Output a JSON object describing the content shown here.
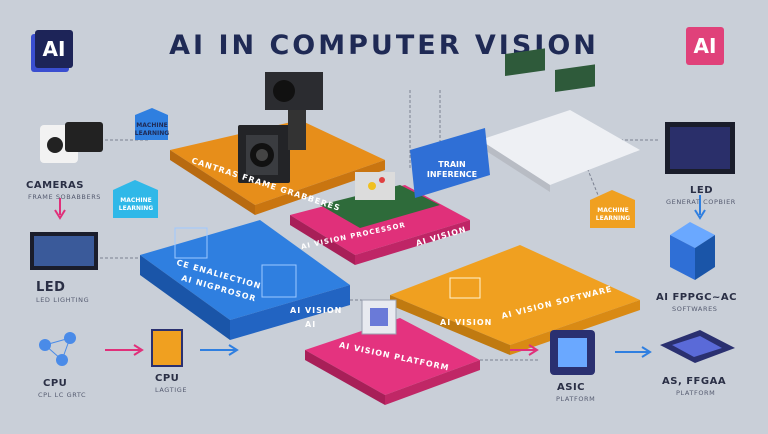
{
  "title": "AI IN COMPUTER VISION",
  "logos": {
    "left": "AI",
    "right": "AI"
  },
  "left_column": {
    "cameras": {
      "label": "CAMERAS",
      "sub": "FRAME SOBABBERS"
    },
    "led": {
      "label": "LED",
      "sub": "LED LIGHTING"
    },
    "cpu_a": {
      "label": "CPU",
      "sub": "CPL LC GRTC"
    },
    "cpu_b": {
      "label": "CPU",
      "sub": "LAGTIGE"
    }
  },
  "tags": {
    "machine_learning_1": "MACHINE LEARNING",
    "machine_learning_2": "MACHINE LEARNING",
    "machine_learning_3": "MACHINE LEARNING",
    "train_inference": "TRAIN INFERENCE"
  },
  "platforms": {
    "orange_top": "CANTRAS FRAME GRABBERES",
    "magenta_mid": "AI VISION PROCESSOR",
    "blue_left_1": "CE ENALIECTION",
    "blue_left_2": "AI NIGPROSOR",
    "blue_left_3": "AI VISION",
    "blue_left_4": "AI",
    "magenta_center": "AI VISION",
    "orange_right_1": "AI VISION",
    "orange_right_2": "AI VISION SOFTWARE",
    "magenta_bottom": "AI VISION PLATFORM"
  },
  "right_column": {
    "led": {
      "label": "LED",
      "sub": "GENERAT COPBIER"
    },
    "fpga": {
      "label": "AI FPPGC~AC",
      "sub": "SOFTWARES"
    },
    "asic": {
      "label": "ASIC",
      "sub": "PLATFORM"
    },
    "fpga2": {
      "label": "AS, FFGAA",
      "sub": "PLATFORM"
    }
  },
  "colors": {
    "background": "#c9cfd8",
    "orange": "#f0a020",
    "magenta": "#e0307a",
    "blue": "#2f7fe0",
    "navy": "#1f2a55"
  },
  "icons": [
    "camera-icon",
    "monitor-icon",
    "chip-icon",
    "circuit-board-icon",
    "fpga-cube-icon",
    "arrow-icon"
  ]
}
